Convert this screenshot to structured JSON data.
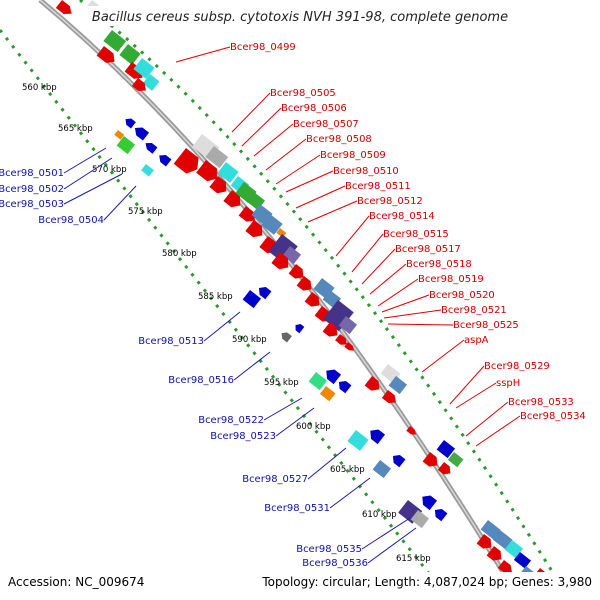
{
  "header": {
    "title": "Bacillus cereus subsp. cytotoxis NVH 391-98, complete genome"
  },
  "footer": {
    "accession": "Accession: NC_009674",
    "summary": "Topology: circular; Length: 4,087,024 bp; Genes: 3,980"
  },
  "colors": {
    "forward_strand": "#e00000",
    "reverse_strand": "#0000cc",
    "backbone": "#999999",
    "dotted_guides": "#2a9a2a",
    "label_red": "#cc0000",
    "label_blue": "#1010aa"
  },
  "kbp_ticks": [
    "560 kbp",
    "565 kbp",
    "570 kbp",
    "575 kbp",
    "580 kbp",
    "585 kbp",
    "590 kbp",
    "595 kbp",
    "600 kbp",
    "605 kbp",
    "610 kbp",
    "615 kbp"
  ],
  "forward_genes": [
    "Bcer98_0499",
    "Bcer98_0505",
    "Bcer98_0506",
    "Bcer98_0507",
    "Bcer98_0508",
    "Bcer98_0509",
    "Bcer98_0510",
    "Bcer98_0511",
    "Bcer98_0512",
    "Bcer98_0514",
    "Bcer98_0515",
    "Bcer98_0517",
    "Bcer98_0518",
    "Bcer98_0519",
    "Bcer98_0520",
    "Bcer98_0521",
    "Bcer98_0525",
    "aspA",
    "Bcer98_0529",
    "sspH",
    "Bcer98_0533",
    "Bcer98_0534"
  ],
  "reverse_genes": [
    "Bcer98_0501",
    "Bcer98_0502",
    "Bcer98_0503",
    "Bcer98_0504",
    "Bcer98_0513",
    "Bcer98_0516",
    "Bcer98_0522",
    "Bcer98_0523",
    "Bcer98_0527",
    "Bcer98_0531",
    "Bcer98_0535",
    "Bcer98_0536"
  ]
}
